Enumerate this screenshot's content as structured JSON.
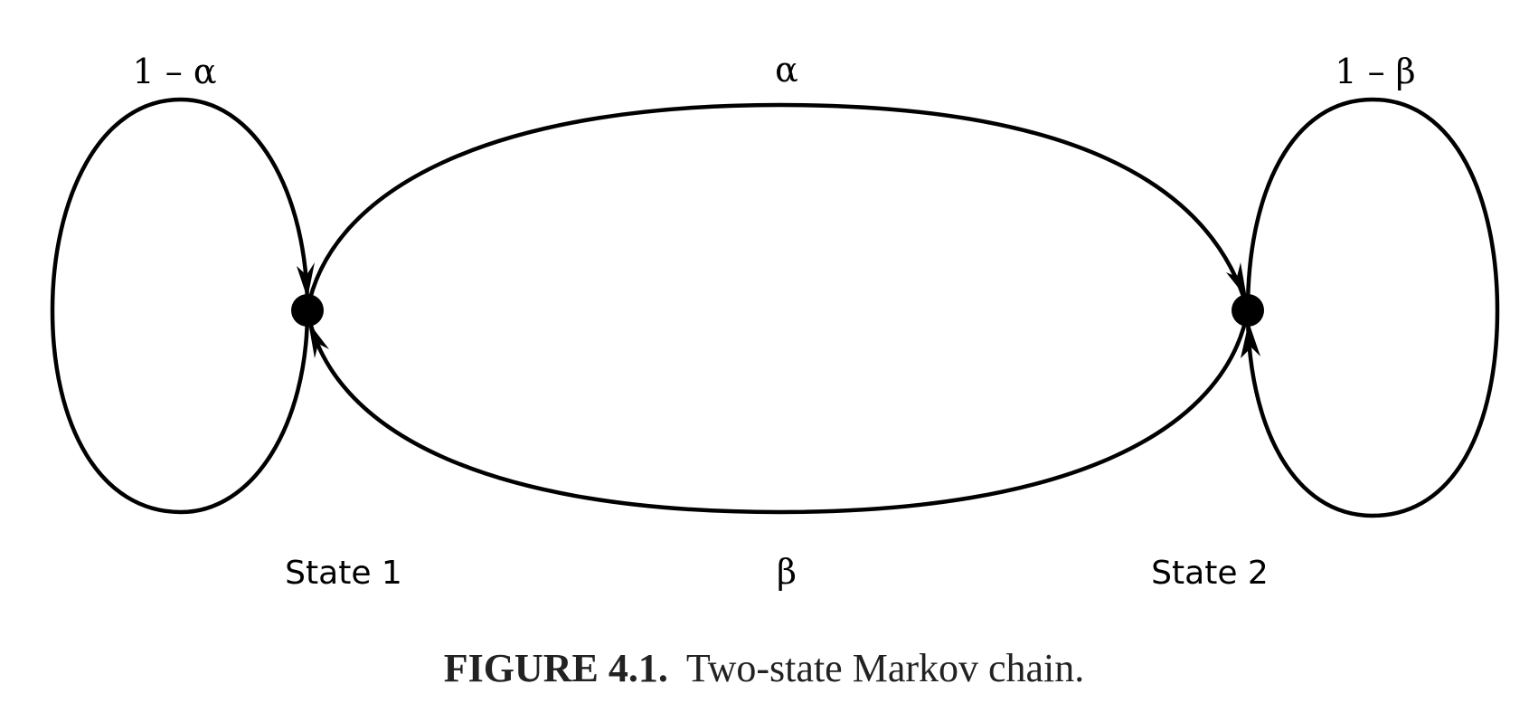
{
  "nodes": {
    "state1": {
      "label": "State 1"
    },
    "state2": {
      "label": "State 2"
    }
  },
  "edges": {
    "self_loop_1": {
      "label": "1 – α"
    },
    "forward": {
      "label": "α"
    },
    "backward": {
      "label": "β"
    },
    "self_loop_2": {
      "label": "1 – β"
    }
  },
  "caption": {
    "prefix": "FIGURE 4.1.",
    "text": "Two-state Markov chain."
  }
}
